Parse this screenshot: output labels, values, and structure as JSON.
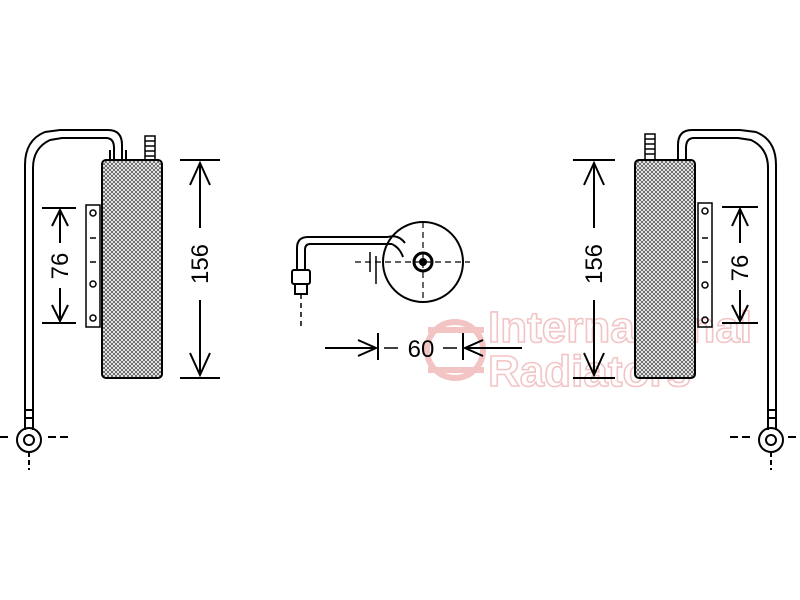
{
  "dimensions": {
    "left_height": "156",
    "left_bracket": "76",
    "center_width": "60",
    "right_height": "156",
    "right_bracket": "76"
  },
  "watermark": {
    "line1": "International",
    "line2": "Radiators",
    "color": "#f2c4c4"
  }
}
